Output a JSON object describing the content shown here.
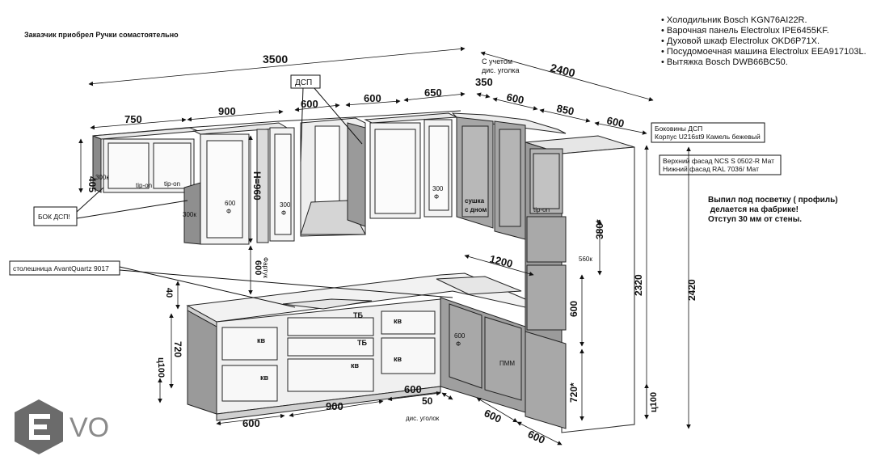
{
  "header": {
    "customer_note": "Заказчик приобрел Ручки сомастоятельно"
  },
  "appliances": [
    "Холодильник Bosch KGN76AI22R.",
    "Варочная панель Electrolux IPE6455KF.",
    "Духовой шкаф Electrolux OKD6P71X.",
    "Посудомоечная машина Electrolux EEA917103L.",
    "Вытяжка Bosch DWB66BC50."
  ],
  "info_boxes": {
    "sides": [
      "Боковины ДСП",
      "Корпус U216st9 Камель бежевый"
    ],
    "facades": [
      "Верхний фасад NCS S 0502-R Мат",
      "Нижний фасад RAL 7036/ Мат"
    ]
  },
  "lighting_note": [
    "Выпил под посветку ( профиль)",
    " делается на фабрике!",
    "Отступ 30 мм от стены."
  ],
  "callouts": {
    "bok_dsp": "БОК ДСП!",
    "dsp": "ДСП",
    "countertop": "столешница AvantQuartz 9017",
    "corner_note": [
      "С учетом",
      "дис. уголка"
    ],
    "disc_corner": "дис. уголок"
  },
  "dimensions": {
    "total_left": "3500",
    "total_right": "2400",
    "upper_750": "750",
    "upper_900": "900",
    "upper_600a": "600",
    "upper_600b": "600",
    "upper_650": "650",
    "upper_350": "350",
    "upper_600c": "600",
    "upper_850": "850",
    "upper_600d": "600",
    "h405": "405",
    "h960": "H=960",
    "gap600": "600",
    "fartuk": "Фартук",
    "counter_1200": "1200",
    "h380": "380*",
    "h600": "600",
    "h2320": "2320",
    "h2420": "2420",
    "h720star": "720*",
    "c100right": "ц100",
    "h40": "40",
    "h720": "720",
    "c100left": "ц100",
    "lower_600a": "600",
    "lower_900": "900",
    "lower_600b": "600",
    "lower_50": "50",
    "lower_600c": "600",
    "lower_600d": "600"
  },
  "labels": {
    "k300a": "300к",
    "k300b": "300к",
    "tipon1": "tip-on",
    "tipon2": "tip-on",
    "tipon3": "tip-on",
    "f600a": "600",
    "f600a_sub": "Ф",
    "f300a": "300",
    "f300a_sub": "Ф",
    "f300b": "300",
    "f300b_sub": "Ф",
    "sushka1": "сушка",
    "sushka2": "с дном",
    "k560": "560к",
    "kv1": "кв",
    "kv2": "кв",
    "kv3": "кв",
    "kv4": "кв",
    "kv5": "кв",
    "tb1": "ТБ",
    "tb2": "ТБ",
    "f600b": "600",
    "f600b_sub": "Ф",
    "pmm": "ПММ"
  },
  "logo": {
    "text": "VO"
  }
}
